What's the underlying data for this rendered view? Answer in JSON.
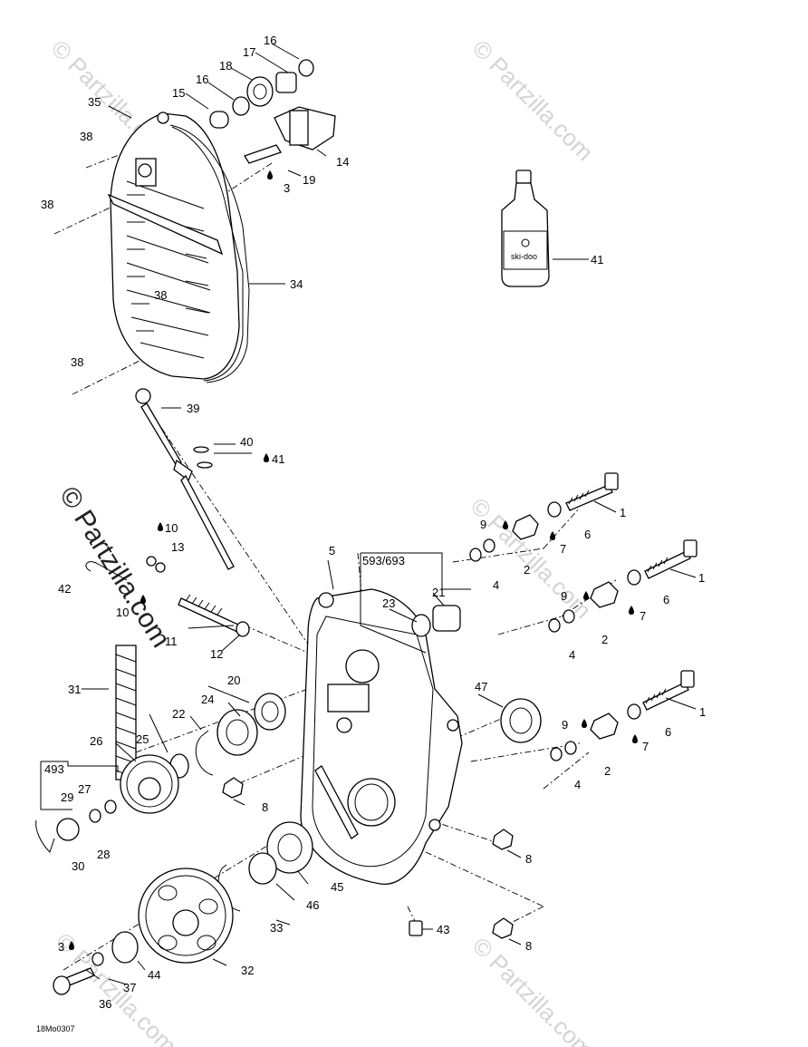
{
  "diagram": {
    "drawing_code": "18Mo0307",
    "box_labels": {
      "box_a": "593/693",
      "box_b": "493"
    },
    "bottle_brand": "ski-doo",
    "watermarks": [
      "© Partzilla.com",
      "© Partzilla.com",
      "© Partzilla.com",
      "© Partzilla.com",
      "© Partzilla.com",
      "© Partzilla.com"
    ],
    "callouts": [
      "1",
      "1",
      "1",
      "2",
      "2",
      "2",
      "3",
      "3",
      "3",
      "4",
      "4",
      "4",
      "5",
      "6",
      "6",
      "6",
      "7",
      "7",
      "7",
      "8",
      "8",
      "8",
      "9",
      "9",
      "9",
      "10",
      "10",
      "11",
      "12",
      "13",
      "14",
      "15",
      "16",
      "16",
      "17",
      "18",
      "19",
      "20",
      "21",
      "22",
      "23",
      "24",
      "25",
      "26",
      "27",
      "28",
      "29",
      "30",
      "31",
      "32",
      "33",
      "34",
      "35",
      "36",
      "37",
      "38",
      "38",
      "38",
      "38",
      "39",
      "40",
      "41",
      "41",
      "42",
      "43",
      "44",
      "45",
      "46",
      "47"
    ]
  }
}
